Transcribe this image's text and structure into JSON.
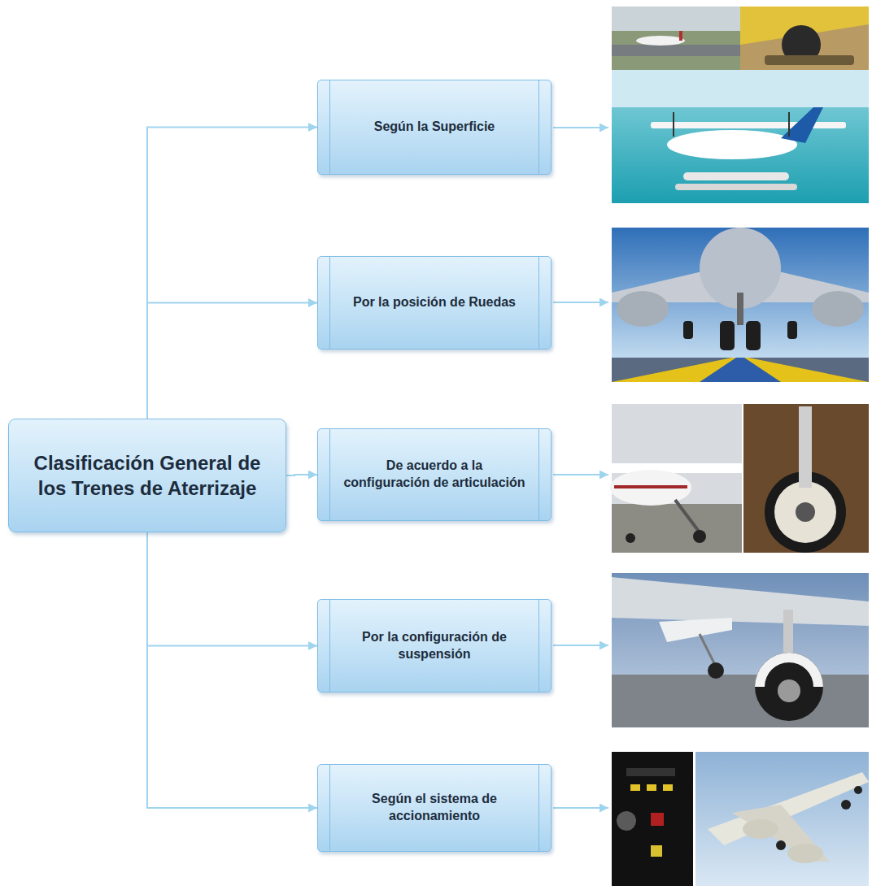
{
  "diagram": {
    "nodes": [
      {
        "text": [
          "Clasificación General de los Trenes de Aterrizaje"
        ]
      },
      {
        "text": [
          "Según la Superficie"
        ]
      },
      {
        "text": [
          "Por la posición de Ruedas"
        ]
      },
      {
        "text": [
          "De acuerdo a la configuración de articulación"
        ]
      },
      {
        "text": [
          "Por la configuración de suspensión"
        ]
      },
      {
        "text": [
          "Según el sistema de accionamiento"
        ]
      }
    ],
    "edges": [
      {
        "from": 0,
        "to": 1,
        "arrow": "to"
      },
      {
        "from": 0,
        "to": 2,
        "arrow": "to"
      },
      {
        "from": 0,
        "to": 3,
        "arrow": "to"
      },
      {
        "from": 0,
        "to": 4,
        "arrow": "to"
      },
      {
        "from": 0,
        "to": 5,
        "arrow": "to"
      }
    ]
  }
}
